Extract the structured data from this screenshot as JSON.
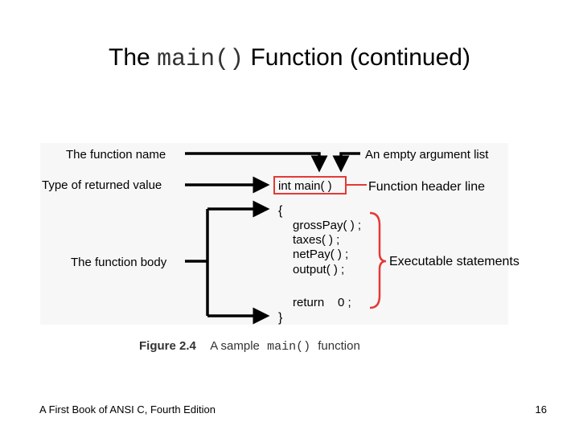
{
  "title": {
    "prefix": "The ",
    "code": "main()",
    "suffix": " Function (continued)"
  },
  "figure": {
    "labels": {
      "function_name": "The function name",
      "return_type": "Type of returned value",
      "function_body": "The function body",
      "empty_args": "An empty argument list"
    },
    "code_lines": {
      "header": "int main( )",
      "open_brace": "{",
      "line1": "grossPay( ) ;",
      "line2": "taxes( ) ;",
      "line3": "netPay( ) ;",
      "line4": "output( ) ;",
      "return_kw": "return",
      "return_val": "0 ;",
      "close_brace": "}"
    },
    "callouts": {
      "header_line": "Function header line",
      "statements": "Executable statements"
    },
    "caption": {
      "number": "Figure 2.4",
      "prefix": "A sample",
      "code": "main()",
      "suffix": "function"
    }
  },
  "footer": {
    "book": "A First Book of ANSI C, Fourth Edition",
    "page": "16"
  }
}
